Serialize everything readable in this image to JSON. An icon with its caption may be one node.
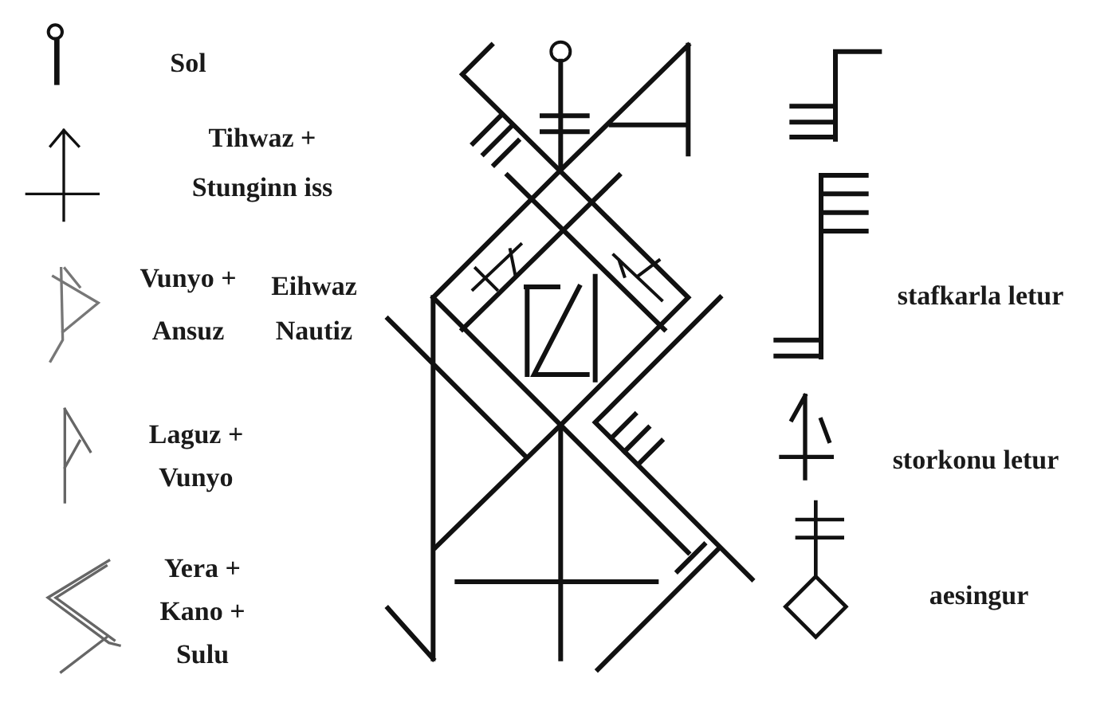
{
  "diagram": {
    "labels": [
      "Sol",
      "Tihwaz + Stunginn iss",
      "Vunyo + Ansuz",
      "Eihwaz Nautiz",
      "Laguz + Vunyo",
      "Yera + Kano + Sulu",
      "stafkarla letur",
      "storkonu letur",
      "aesingur"
    ]
  }
}
